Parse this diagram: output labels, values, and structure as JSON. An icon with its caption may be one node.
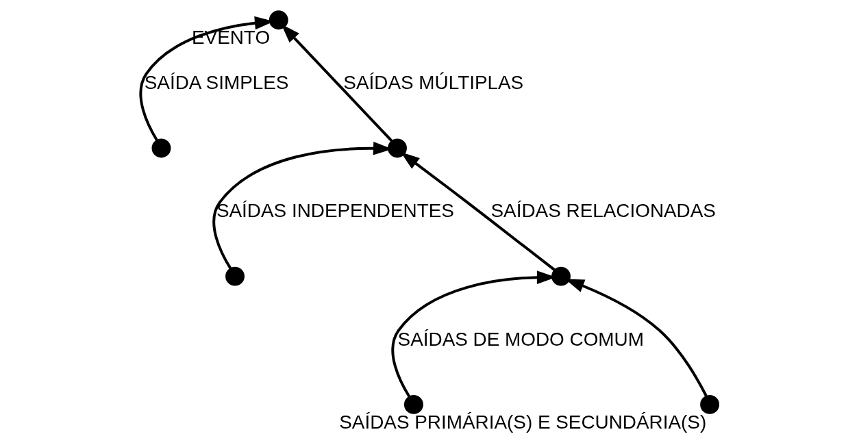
{
  "diagram": {
    "nodes": [
      {
        "text": [],
        "shape": "circle",
        "beside": [
          "EVENTO"
        ]
      },
      {
        "text": [],
        "shape": "circle"
      },
      {
        "text": [],
        "shape": "circle"
      },
      {
        "text": [],
        "shape": "circle"
      },
      {
        "text": [],
        "shape": "circle"
      },
      {
        "text": [],
        "shape": "circle"
      },
      {
        "text": [],
        "shape": "circle",
        "beside": [
          "SAÍDAS PRIMÁRIA(S) E SECUNDÁRIA(S)"
        ]
      }
    ],
    "edges": [
      {
        "from": 1,
        "to": 0,
        "arrow": "to",
        "label": "SAÍDA SIMPLES"
      },
      {
        "from": 2,
        "to": 0,
        "arrow": "to",
        "label": "SAÍDAS MÚLTIPLAS"
      },
      {
        "from": 3,
        "to": 2,
        "arrow": "to",
        "label": "SAÍDAS INDEPENDENTES"
      },
      {
        "from": 4,
        "to": 2,
        "arrow": "to",
        "label": "SAÍDAS RELACIONADAS"
      },
      {
        "from": 5,
        "to": 4,
        "arrow": "to",
        "label": "SAÍDAS DE MODO COMUM"
      },
      {
        "from": 6,
        "to": 4,
        "arrow": "to"
      }
    ]
  }
}
